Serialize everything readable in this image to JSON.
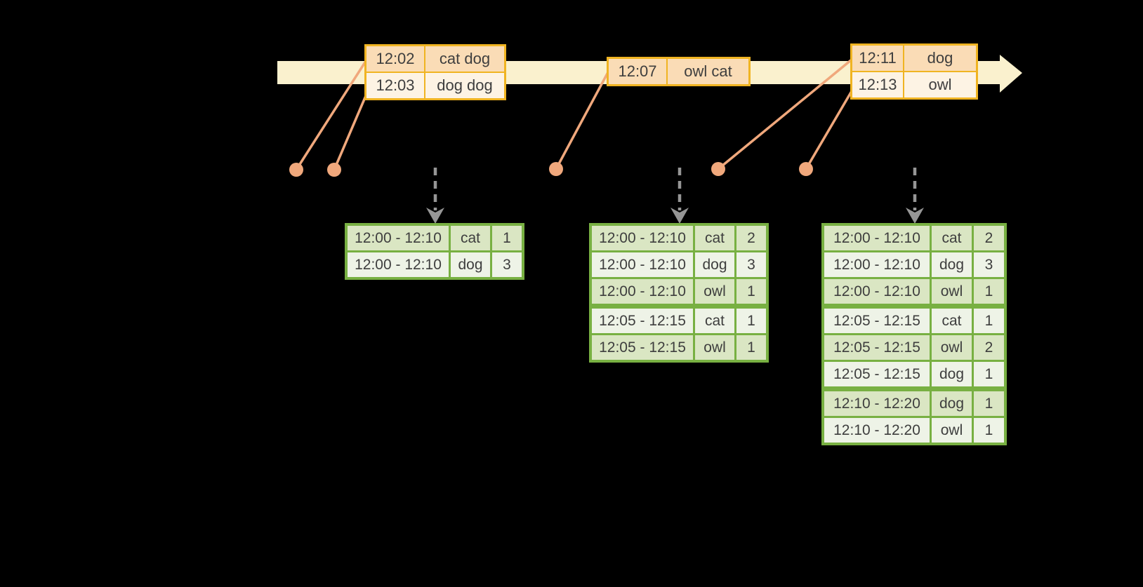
{
  "timeline": {
    "events": [
      {
        "time": "12:02",
        "words": "cat dog"
      },
      {
        "time": "12:03",
        "words": "dog dog"
      },
      {
        "time": "12:07",
        "words": "owl cat"
      },
      {
        "time": "12:11",
        "words": "dog"
      },
      {
        "time": "12:13",
        "words": "owl"
      }
    ]
  },
  "result_tables": [
    {
      "rows": [
        {
          "window": "12:00 - 12:10",
          "word": "cat",
          "count": "1"
        },
        {
          "window": "12:00 - 12:10",
          "word": "dog",
          "count": "3"
        }
      ]
    },
    {
      "rows": [
        {
          "window": "12:00 - 12:10",
          "word": "cat",
          "count": "2"
        },
        {
          "window": "12:00 - 12:10",
          "word": "dog",
          "count": "3"
        },
        {
          "window": "12:00 - 12:10",
          "word": "owl",
          "count": "1"
        },
        {
          "window": "12:05 - 12:15",
          "word": "cat",
          "count": "1"
        },
        {
          "window": "12:05 - 12:15",
          "word": "owl",
          "count": "1"
        }
      ]
    },
    {
      "rows": [
        {
          "window": "12:00 - 12:10",
          "word": "cat",
          "count": "2"
        },
        {
          "window": "12:00 - 12:10",
          "word": "dog",
          "count": "3"
        },
        {
          "window": "12:00 - 12:10",
          "word": "owl",
          "count": "1"
        },
        {
          "window": "12:05 - 12:15",
          "word": "cat",
          "count": "1"
        },
        {
          "window": "12:05 - 12:15",
          "word": "owl",
          "count": "2"
        },
        {
          "window": "12:05 - 12:15",
          "word": "dog",
          "count": "1"
        },
        {
          "window": "12:10 - 12:20",
          "word": "dog",
          "count": "1"
        },
        {
          "window": "12:10 - 12:20",
          "word": "owl",
          "count": "1"
        }
      ]
    }
  ],
  "colors": {
    "background": "#000000",
    "timeline_band": "#FAF1CE",
    "event_box_border": "#F0B422",
    "event_cell_dark": "#FADCB6",
    "event_cell_light": "#FDF3E4",
    "connector_salmon": "#F0A87C",
    "trigger_arrow_gray": "#969696",
    "table_border_green": "#78B042",
    "table_row_dark": "#DAE6C3",
    "table_row_light": "#EEF3E7",
    "text": "#3E3E3E"
  }
}
